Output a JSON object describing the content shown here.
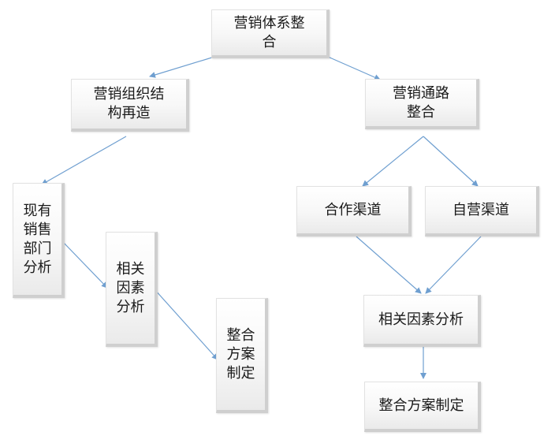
{
  "nodes": {
    "root": "营销体系整合",
    "org": "营销组织结构再造",
    "channel": "营销通路整合",
    "current_dept": "现有销售部门分析",
    "factors_left": "相关因素分析",
    "plan_left": "整合方案制定",
    "partner": "合作渠道",
    "own": "自营渠道",
    "factors_right": "相关因素分析",
    "plan_right": "整合方案制定"
  },
  "colors": {
    "connector": "#6f9fd0",
    "box_border": "#cfcfcf"
  }
}
